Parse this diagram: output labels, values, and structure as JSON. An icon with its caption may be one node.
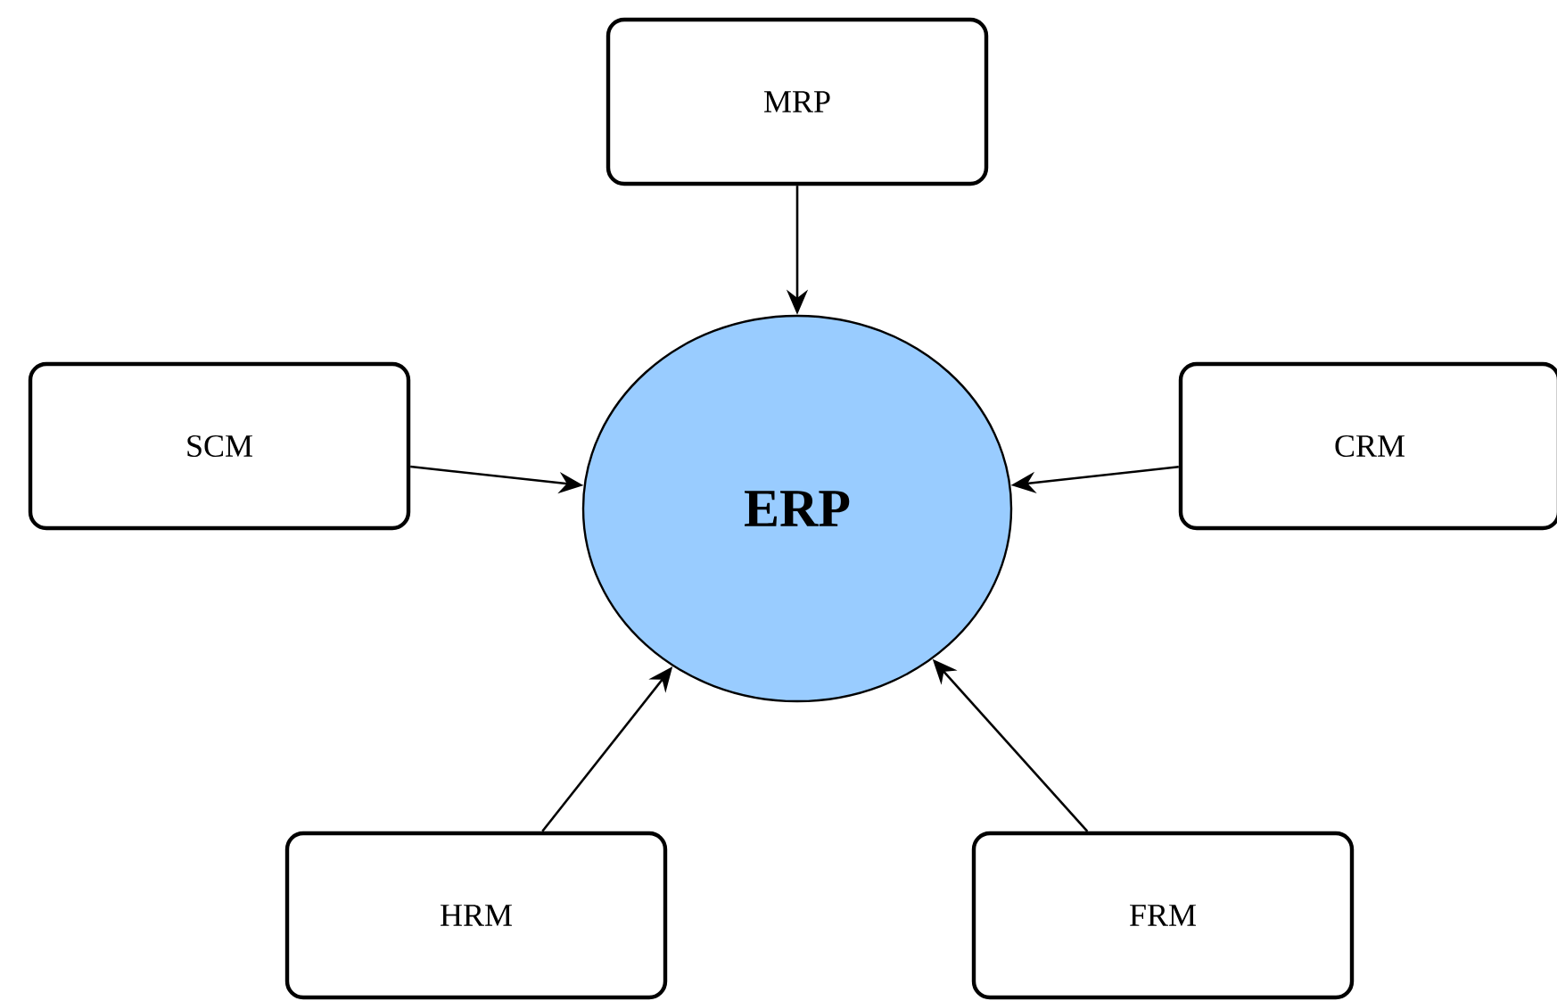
{
  "diagram": {
    "nodes": [
      {
        "text": [
          "MRP"
        ]
      },
      {
        "text": [
          "SCM"
        ]
      },
      {
        "text": [
          "CRM"
        ]
      },
      {
        "text": [
          "ERP"
        ]
      },
      {
        "text": [
          "HRM"
        ]
      },
      {
        "text": [
          "FRM"
        ]
      }
    ],
    "edges": [
      {
        "from": 0,
        "to": 3,
        "arrow": "to"
      },
      {
        "from": 1,
        "to": 3,
        "arrow": "to"
      },
      {
        "from": 2,
        "to": 3,
        "arrow": "to"
      },
      {
        "from": 4,
        "to": 3,
        "arrow": "to"
      },
      {
        "from": 5,
        "to": 3,
        "arrow": "to"
      }
    ]
  }
}
